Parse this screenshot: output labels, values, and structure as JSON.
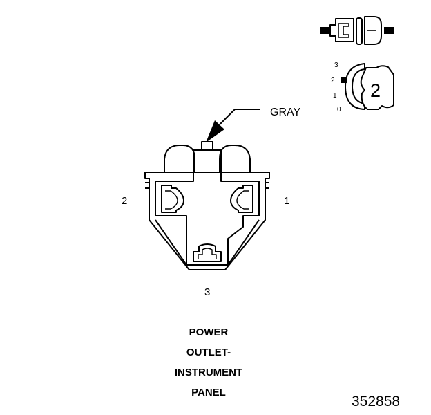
{
  "diagram": {
    "color_callout": "GRAY",
    "pins": {
      "left": "2",
      "right": "1",
      "bottom": "3"
    },
    "caption": [
      "POWER",
      "OUTLET-",
      "INSTRUMENT",
      "PANEL"
    ],
    "figure_number": "352858",
    "connector_view": {
      "position_scale": [
        "3",
        "2",
        "1",
        "0"
      ],
      "cavity_count": "2"
    }
  }
}
